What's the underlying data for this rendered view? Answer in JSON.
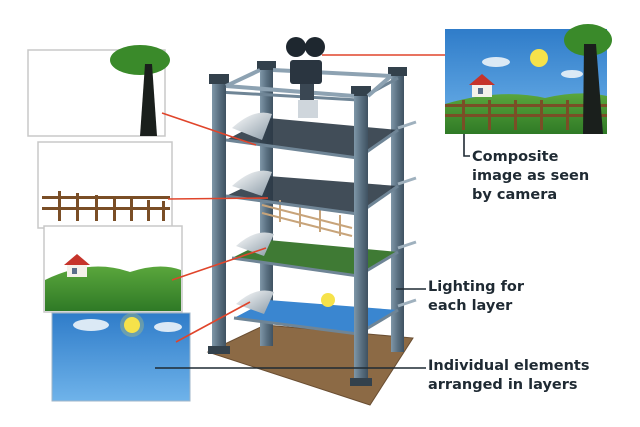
{
  "labels": {
    "composite": "Composite\nimage as seen\nby camera",
    "lighting": "Lighting for\neach layer",
    "elements": "Individual elements\narranged in layers"
  },
  "colors": {
    "sky": "#3f8fd6",
    "grass": "#3c8c2e",
    "fence": "#7a4e26",
    "frame": "#5e7486",
    "base": "#8c6a45",
    "leader": "#e0452b"
  }
}
